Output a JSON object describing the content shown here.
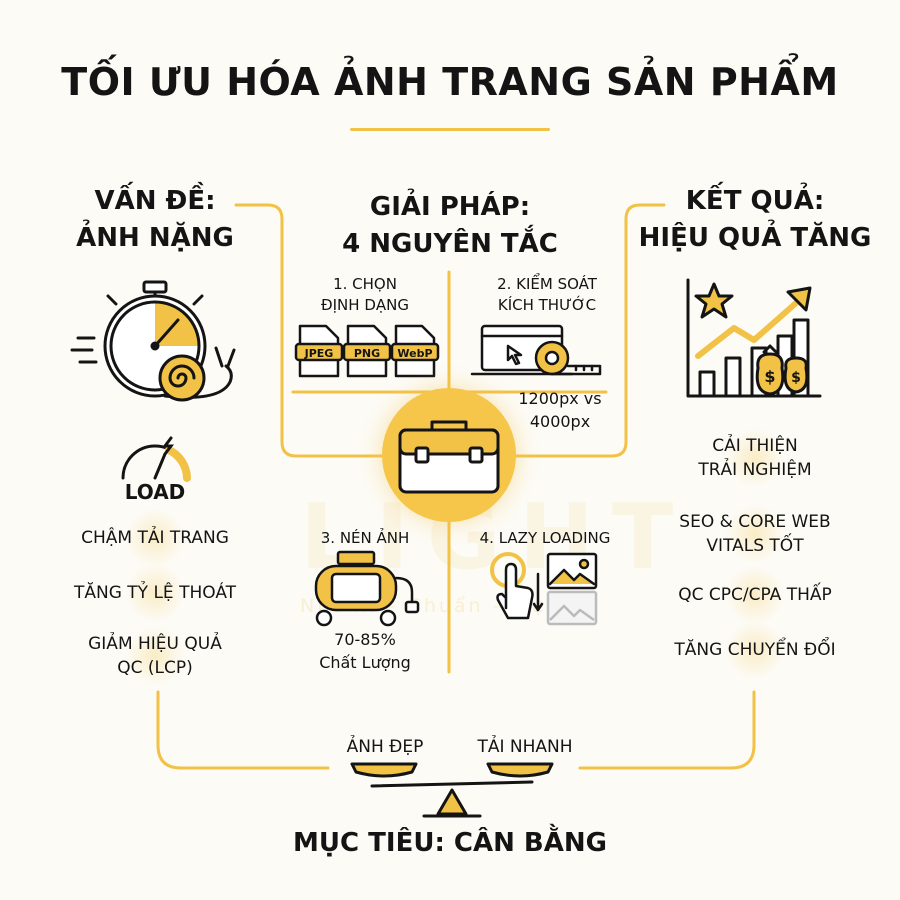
{
  "title": "TỐI ƯU HÓA ẢNH TRANG SẢN PHẨM",
  "problem": {
    "heading_line1": "VẤN ĐỀ:",
    "heading_line2": "ẢNH NẶNG",
    "gauge_label": "LOAD",
    "items": [
      "CHẬM TẢI TRANG",
      "TĂNG TỶ LỆ THOÁT",
      "GIẢM HIỆU QUẢ",
      "QC (LCP)"
    ]
  },
  "solution": {
    "heading_line1": "GIẢI PHÁP:",
    "heading_line2": "4 NGUYÊN TẮC",
    "p1_line1": "1. CHỌN",
    "p1_line2": "ĐỊNH DẠNG",
    "formats": [
      "JPEG",
      "PNG",
      "WebP"
    ],
    "p2_line1": "2. KIỂM SOÁT",
    "p2_line2": "KÍCH THƯỚC",
    "p2_note_line1": "1200px vs",
    "p2_note_line2": "4000px",
    "p3_title": "3. NÉN ẢNH",
    "p3_note_line1": "70-85%",
    "p3_note_line2": "Chất Lượng",
    "p4_title": "4. LAZY LOADING"
  },
  "result": {
    "heading_line1": "KẾT QUẢ:",
    "heading_line2": "HIỆU QUẢ TĂNG",
    "items": [
      "CẢI THIỆN",
      "TRẢI NGHIỆM",
      "SEO & CORE WEB",
      "VITALS TỐT",
      "QC CPC/CPA THẤP",
      "TĂNG CHUYỂN ĐỔI"
    ]
  },
  "balance": {
    "left_label": "ẢNH ĐẸP",
    "right_label": "TẢI NHANH",
    "goal": "MỤC TIÊU: CÂN BẰNG"
  },
  "watermark": {
    "brand": "LIGHT",
    "tagline": "Nhanh – Chuẩn – Đẹp"
  },
  "colors": {
    "accent": "#f2c247",
    "accent_dark": "#e8a626",
    "ink": "#141414",
    "background": "#fcfbf6"
  }
}
